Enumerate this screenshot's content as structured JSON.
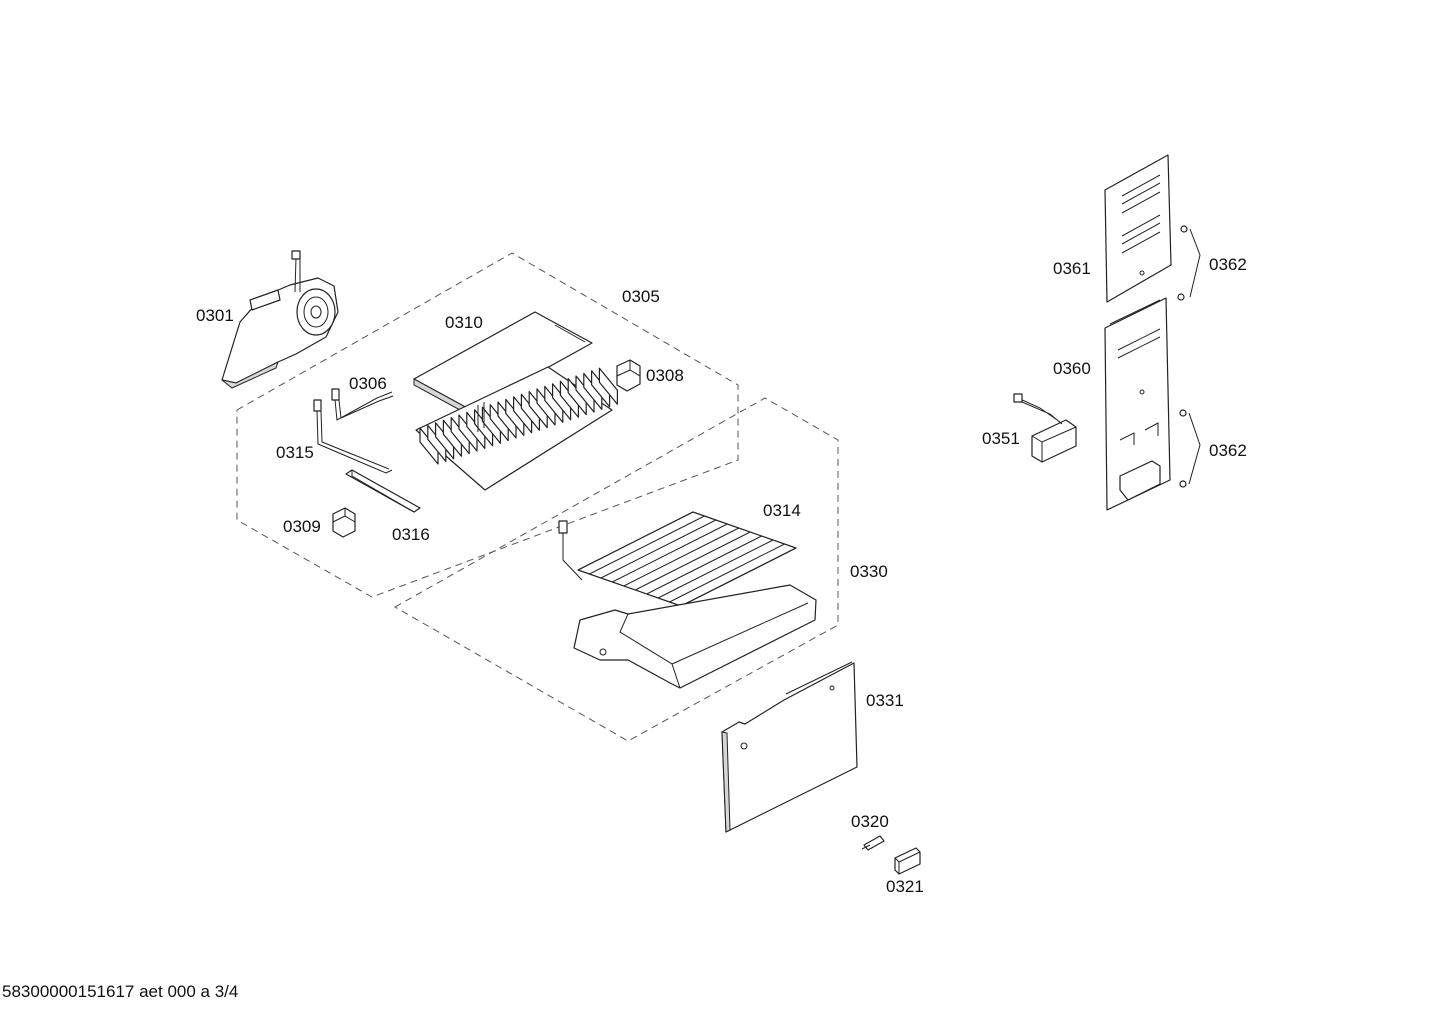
{
  "labels": {
    "p0301": "0301",
    "p0305": "0305",
    "p0306": "0306",
    "p0308": "0308",
    "p0309": "0309",
    "p0310": "0310",
    "p0314": "0314",
    "p0315": "0315",
    "p0316": "0316",
    "p0320": "0320",
    "p0321": "0321",
    "p0330": "0330",
    "p0331": "0331",
    "p0351": "0351",
    "p0360": "0360",
    "p0361": "0361",
    "p0362a": "0362",
    "p0362b": "0362"
  },
  "footer": "58300000151617 aet 000 a 3/4"
}
